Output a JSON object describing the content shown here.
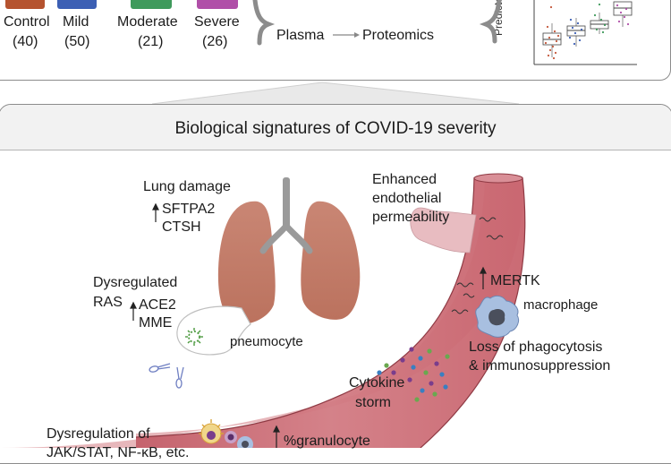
{
  "cohorts": [
    {
      "name": "Control",
      "n": "(40)",
      "color": "#b5532f"
    },
    {
      "name": "Mild",
      "n": "(50)",
      "color": "#3c5fb4"
    },
    {
      "name": "Moderate",
      "n": "(21)",
      "color": "#3f9a5c"
    },
    {
      "name": "Severe",
      "n": "(26)",
      "color": "#b04fa8"
    }
  ],
  "pipeline": {
    "source": "Plasma",
    "method": "Proteomics"
  },
  "mini_plot": {
    "ylabel_fragment": "Predicted se"
  },
  "title": "Biological signatures of COVID-19 severity",
  "lung": {
    "heading": "Lung damage",
    "genes": [
      "SFTPA2",
      "CTSH"
    ],
    "pneumocyte": "pneumocyte"
  },
  "ras": {
    "heading_line1": "Dysregulated",
    "heading_line2": "RAS",
    "genes": [
      "ACE2",
      "MME"
    ]
  },
  "endothelial": [
    "Enhanced",
    "endothelial",
    "permeability"
  ],
  "mertk": "MERTK",
  "macrophage": "macrophage",
  "phagocytosis": [
    "Loss of phagocytosis",
    "&  immunosuppression"
  ],
  "cytokine": [
    "Cytokine",
    "storm"
  ],
  "jak": [
    "Dysregulation of",
    "JAK/STAT, NF-κB, etc."
  ],
  "granulocyte": "%granulocyte"
}
